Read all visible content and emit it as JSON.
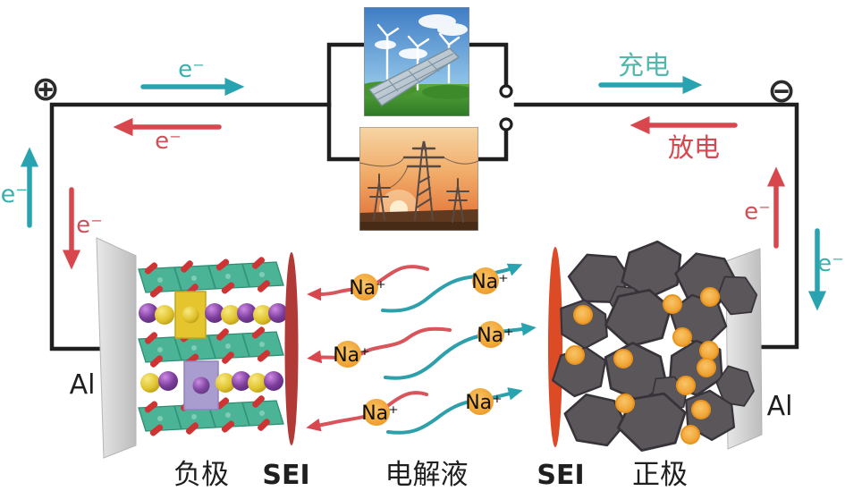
{
  "labels": {
    "electron": "e⁻",
    "charge": "充电",
    "discharge": "放电",
    "na_ion": "Na⁺",
    "anode": "负极",
    "sei": "SEI",
    "electrolyte": "电解液",
    "cathode": "正极",
    "aluminum": "Al"
  },
  "terminals": {
    "positive": "⊕",
    "negative": "⊖"
  },
  "icons": {
    "positive_terminal": "circled-plus",
    "negative_terminal": "circled-minus",
    "switch_contacts": "open-circuit-terminals",
    "top_image": "wind-turbines-and-solar-panel",
    "bottom_image": "transmission-towers-at-sunset"
  },
  "colors": {
    "charge_teal": "#29a3af",
    "discharge_red": "#d8464e",
    "ion_orange": "#efa02f",
    "sei_anode": "#b23a36",
    "sei_cathode": "#e0512a",
    "anode_layer_teal": "#4cb496",
    "sodium_purple": "#7b3d9b",
    "sodium_yellow": "#dfc22c",
    "cathode_particle_gray": "#5b5659",
    "al_foil_gray": "#d6d6d6",
    "wire_black": "#1f1f1f"
  }
}
